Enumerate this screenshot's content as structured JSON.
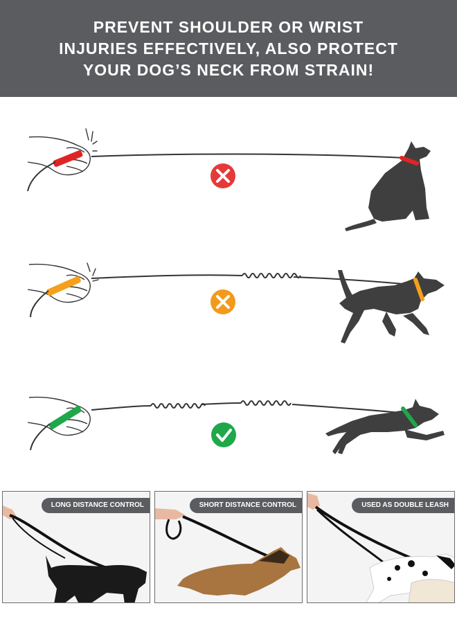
{
  "banner": {
    "lines": [
      "PREVENT SHOULDER OR WRIST",
      "INJURIES EFFECTIVELY, ALSO PROTECT",
      "YOUR DOG’S NECK FROM STRAIN!"
    ],
    "background": "#5b5c5f"
  },
  "rows": [
    {
      "grip_color": "#e02424",
      "collar_color": "#e02424",
      "status_icon": "cross-icon",
      "status_color": "#e53a3a",
      "bungee_sections": 0
    },
    {
      "grip_color": "#f5a01c",
      "collar_color": "#f5a01c",
      "status_icon": "cross-icon",
      "status_color": "#f29a1c",
      "bungee_sections": 1
    },
    {
      "grip_color": "#1fa84a",
      "collar_color": "#1fa84a",
      "status_icon": "check-icon",
      "status_color": "#1fa84a",
      "bungee_sections": 2
    }
  ],
  "panels": [
    {
      "label": "LONG DISTANCE CONTROL"
    },
    {
      "label": "SHORT DISTANCE CONTROL"
    },
    {
      "label": "USED AS DOUBLE LEASH"
    }
  ]
}
